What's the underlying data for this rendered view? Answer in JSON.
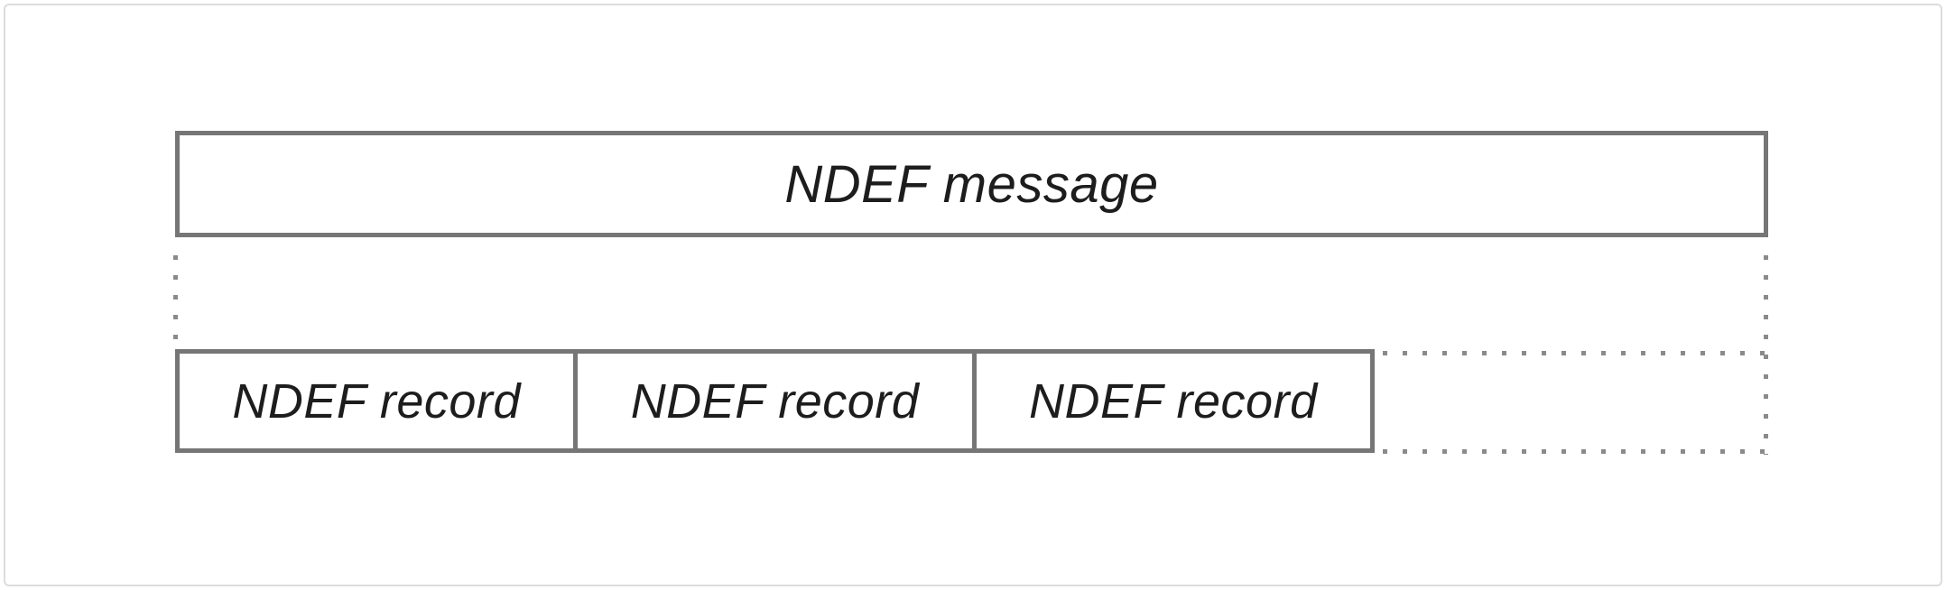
{
  "diagram": {
    "message": {
      "label": "NDEF message"
    },
    "records": [
      {
        "label": "NDEF record"
      },
      {
        "label": "NDEF record"
      },
      {
        "label": "NDEF record"
      }
    ]
  },
  "colors": {
    "background": "#ffffff",
    "frame-border": "#dcdcdc",
    "box-border": "#767676",
    "connector-dot": "#8a8a8a",
    "label-text": "#1d1d1d"
  }
}
